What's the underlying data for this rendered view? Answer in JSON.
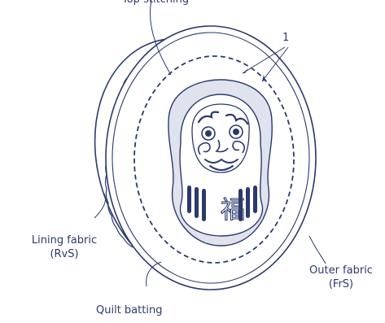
{
  "labels": {
    "top_partial": "Top stitching",
    "callout_number": "1",
    "lining_line1": "Lining fabric",
    "lining_line2": "(RvS)",
    "outer_line1": "Outer fabric",
    "outer_line2": "(FrS)",
    "batting": "Quilt batting"
  },
  "kanji": "福",
  "colors": {
    "ink": "#2b3a6b",
    "face_fill": "#dfe3ee",
    "background": "#ffffff"
  }
}
